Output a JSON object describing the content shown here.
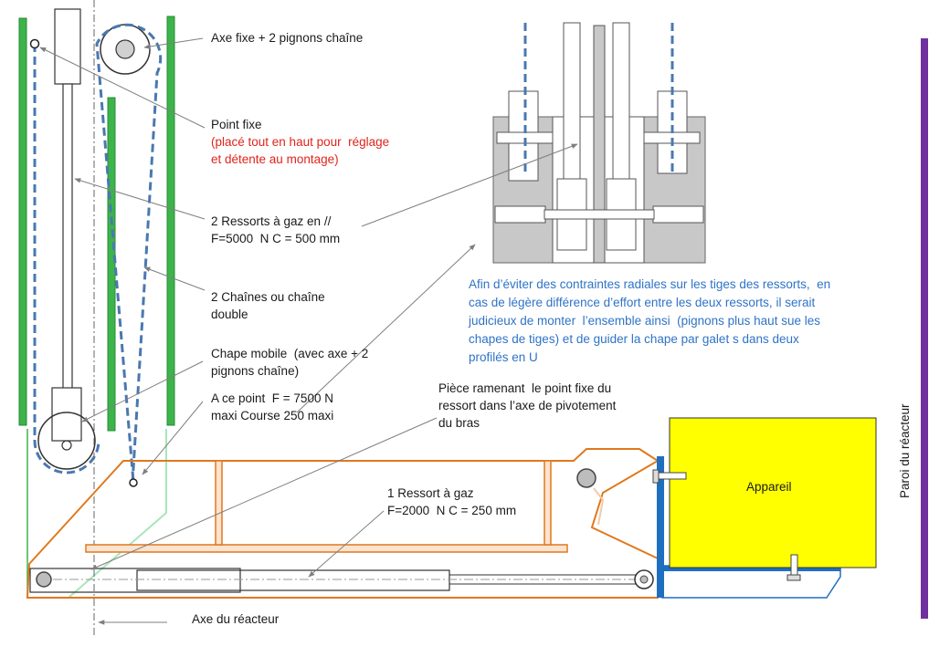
{
  "labels": {
    "axe_fixe": "Axe fixe + 2 pignons chaîne",
    "point_fixe": "Point fixe",
    "point_fixe_note": [
      "(placé tout en haut pour  réglage",
      "et détente au montage)"
    ],
    "ressorts_gaz": [
      "2 Ressorts à gaz en //",
      "F=5000  N C = 500 mm"
    ],
    "chaines": [
      "2 Chaînes ou chaîne",
      "double"
    ],
    "chape_mobile": [
      "Chape mobile  (avec axe + 2",
      "pignons chaîne)"
    ],
    "force_point": [
      "A ce point  F = 7500 N",
      "maxi Course 250 maxi"
    ],
    "piece_ramenant": [
      "Pièce ramenant  le point fixe du",
      "ressort dans l’axe de pivotement",
      "du bras"
    ],
    "ressort_unique": [
      "1 Ressort à gaz",
      "F=2000  N C = 250 mm"
    ],
    "appareil": "Appareil",
    "paroi": "Paroi du réacteur",
    "axe_reacteur": "Axe du réacteur",
    "note_blue": [
      "Afin d’éviter des contraintes radiales sur les tiges des ressorts,  en",
      "cas de légère différence d’effort entre les deux ressorts, il serait",
      "judicieux de monter  l’ensemble ainsi  (pignons plus haut sue les",
      "chapes de tiges) et de guider la chape par galet s dans deux",
      "profilés en U"
    ]
  },
  "colors": {
    "green": "#3cb44b",
    "orange": "#e0781e",
    "chain": "#4a78b0",
    "purple": "#7030a0",
    "yellow": "#ffff00",
    "blue_frame": "#1f6fc0",
    "note": "#2f73c6",
    "gray_block": "#c8c8c8",
    "red": "#e0241b"
  }
}
